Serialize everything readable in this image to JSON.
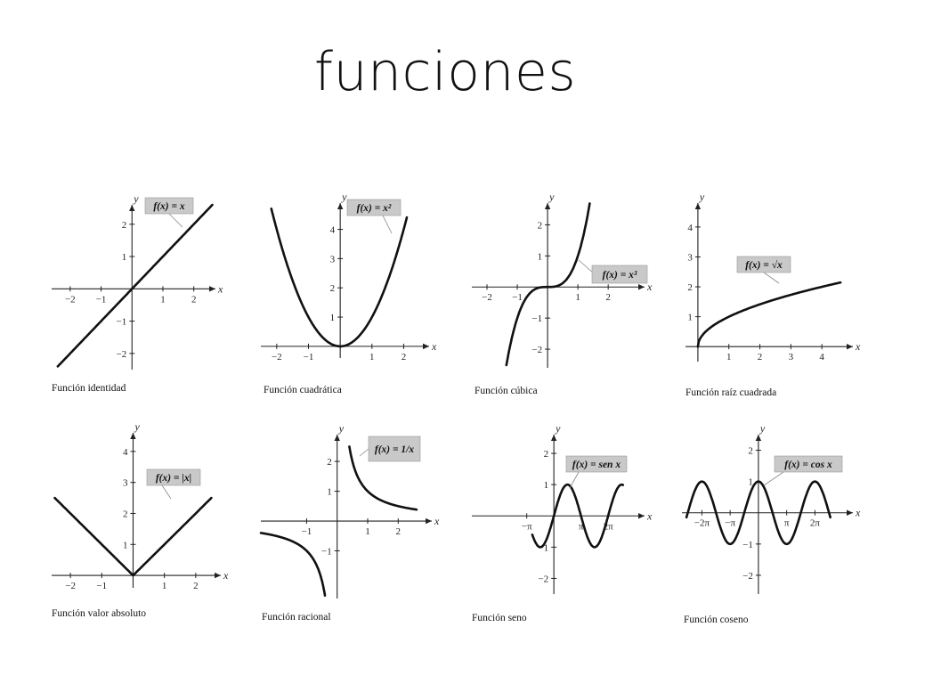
{
  "slide": {
    "title": "funciones"
  },
  "chart_data": [
    {
      "type": "line",
      "key": "identity",
      "formula": "f(x) = x",
      "caption": "Función identidad",
      "xlabel": "x",
      "ylabel": "y",
      "xlim": [
        -2.6,
        2.7
      ],
      "ylim": [
        -2.5,
        2.6
      ],
      "xticks": [
        -2,
        -1,
        1,
        2
      ],
      "yticks": [
        -2,
        -1,
        1,
        2
      ],
      "xticklabels": [
        "−2",
        "−1",
        "1",
        "2"
      ],
      "yticklabels": [
        "−2",
        "−1",
        "1",
        "2"
      ]
    },
    {
      "type": "line",
      "key": "quadratic",
      "formula": "f(x) = x²",
      "caption": "Función cuadrática",
      "xlabel": "x",
      "ylabel": "y",
      "xlim": [
        -2.5,
        2.8
      ],
      "ylim": [
        -0.4,
        4.9
      ],
      "xticks": [
        -2,
        -1,
        1,
        2
      ],
      "yticks": [
        1,
        2,
        3,
        4
      ],
      "xticklabels": [
        "−2",
        "−1",
        "1",
        "2"
      ],
      "yticklabels": [
        "1",
        "2",
        "3",
        "4"
      ]
    },
    {
      "type": "line",
      "key": "cubic",
      "formula": "f(x) = x³",
      "caption": "Función cúbica",
      "xlabel": "x",
      "ylabel": "y",
      "xlim": [
        -2.5,
        3.2
      ],
      "ylim": [
        -2.6,
        2.7
      ],
      "xticks": [
        -2,
        -1,
        1,
        2
      ],
      "yticks": [
        -2,
        -1,
        1,
        2
      ],
      "xticklabels": [
        "−2",
        "−1",
        "1",
        "2"
      ],
      "yticklabels": [
        "−2",
        "−1",
        "1",
        "2"
      ]
    },
    {
      "type": "line",
      "key": "sqrt",
      "formula": "f(x) = √x",
      "caption": "Función raíz cuadrada",
      "xlabel": "x",
      "ylabel": "y",
      "xlim": [
        -0.4,
        5.0
      ],
      "ylim": [
        -0.5,
        4.8
      ],
      "xticks": [
        1,
        2,
        3,
        4
      ],
      "yticks": [
        1,
        2,
        3,
        4
      ],
      "xticklabels": [
        "1",
        "2",
        "3",
        "4"
      ],
      "yticklabels": [
        "1",
        "2",
        "3",
        "4"
      ]
    },
    {
      "type": "line",
      "key": "abs",
      "formula": "f(x) = |x|",
      "caption": "Función valor absoluto",
      "xlabel": "x",
      "ylabel": "y",
      "xlim": [
        -2.6,
        2.8
      ],
      "ylim": [
        -0.4,
        4.6
      ],
      "xticks": [
        -2,
        -1,
        1,
        2
      ],
      "yticks": [
        1,
        2,
        3,
        4
      ],
      "xticklabels": [
        "−2",
        "−1",
        "1",
        "2"
      ],
      "yticklabels": [
        "1",
        "2",
        "3",
        "4"
      ]
    },
    {
      "type": "line",
      "key": "rational",
      "formula": "f(x) = 1/x",
      "caption": "Función racional",
      "xlabel": "x",
      "ylabel": "y",
      "xlim": [
        -2.5,
        3.1
      ],
      "ylim": [
        -2.6,
        2.9
      ],
      "xticks": [
        -1,
        1,
        2
      ],
      "yticks": [
        -1,
        1,
        2
      ],
      "xticklabels": [
        "−1",
        "1",
        "2"
      ],
      "yticklabels": [
        "−1",
        "1",
        "2"
      ]
    },
    {
      "type": "line",
      "key": "sine",
      "formula": "f(x) = sen x",
      "caption": "Función seno",
      "xlabel": "x",
      "ylabel": "y",
      "xlim": [
        -9.5,
        10.5
      ],
      "ylim": [
        -2.5,
        2.6
      ],
      "xticks": [
        -3.14159,
        3.14159,
        6.28318
      ],
      "yticks": [
        -2,
        -1,
        1,
        2
      ],
      "xticklabels": [
        "−π",
        "π",
        "2π"
      ],
      "yticklabels": [
        "−2",
        "−1",
        "1",
        "2"
      ]
    },
    {
      "type": "line",
      "key": "cosine",
      "formula": "f(x) = cos x",
      "caption": "Función coseno",
      "xlabel": "x",
      "ylabel": "y",
      "xlim": [
        -8.5,
        10.5
      ],
      "ylim": [
        -2.6,
        2.5
      ],
      "xticks": [
        -6.28318,
        -3.14159,
        3.14159,
        6.28318
      ],
      "yticks": [
        -2,
        -1,
        1,
        2
      ],
      "xticklabels": [
        "−2π",
        "−π",
        "π",
        "2π"
      ],
      "yticklabels": [
        "−2",
        "−1",
        "1",
        "2"
      ]
    }
  ]
}
